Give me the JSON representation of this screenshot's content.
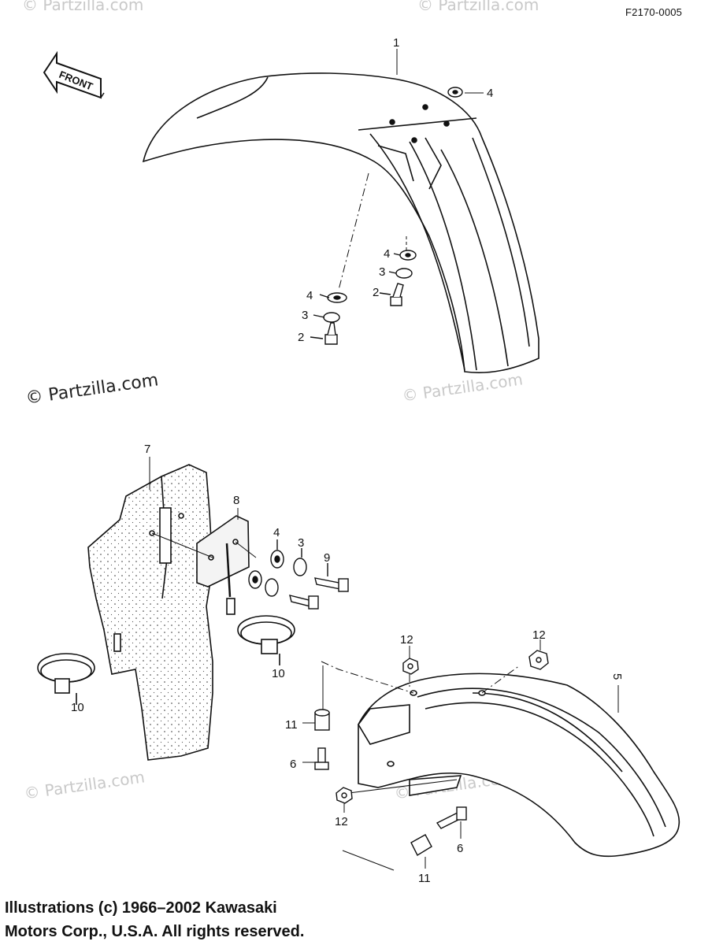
{
  "diagram_code": "F2170-0005",
  "direction_marker": "FRONT",
  "watermark": "© Partzilla.com",
  "callouts": [
    "1",
    "4",
    "4",
    "3",
    "2",
    "4",
    "3",
    "2",
    "7",
    "8",
    "4",
    "3",
    "9",
    "10",
    "10",
    "12",
    "12",
    "5",
    "11",
    "6",
    "12",
    "6",
    "11"
  ],
  "footer": {
    "line1": "Illustrations (c) 1966–2002 Kawasaki",
    "line2": "Motors Corp., U.S.A.  All rights reserved."
  }
}
